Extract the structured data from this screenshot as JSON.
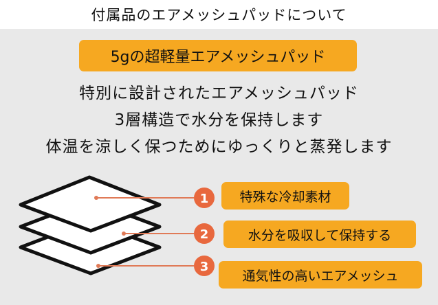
{
  "header": {
    "title": "付属品のエアメッシュパッドについて"
  },
  "headline": {
    "label": "5gの超軽量エアメッシュパッド"
  },
  "description": {
    "line1": "特別に設計されたエアメッシュパッド",
    "line2": "3層構造で水分を保持します",
    "line3": "体温を涼しく保つためにゆっくりと蒸発します"
  },
  "features": [
    {
      "number": "1",
      "label": "特殊な冷却素材"
    },
    {
      "number": "2",
      "label": "水分を吸収して保持する"
    },
    {
      "number": "3",
      "label": "通気性の高いエアメッシュ"
    }
  ],
  "colors": {
    "accent": "#f6a821",
    "marker": "#e8683e",
    "connector": "#e07a57",
    "panel": "#e9e9e9"
  }
}
